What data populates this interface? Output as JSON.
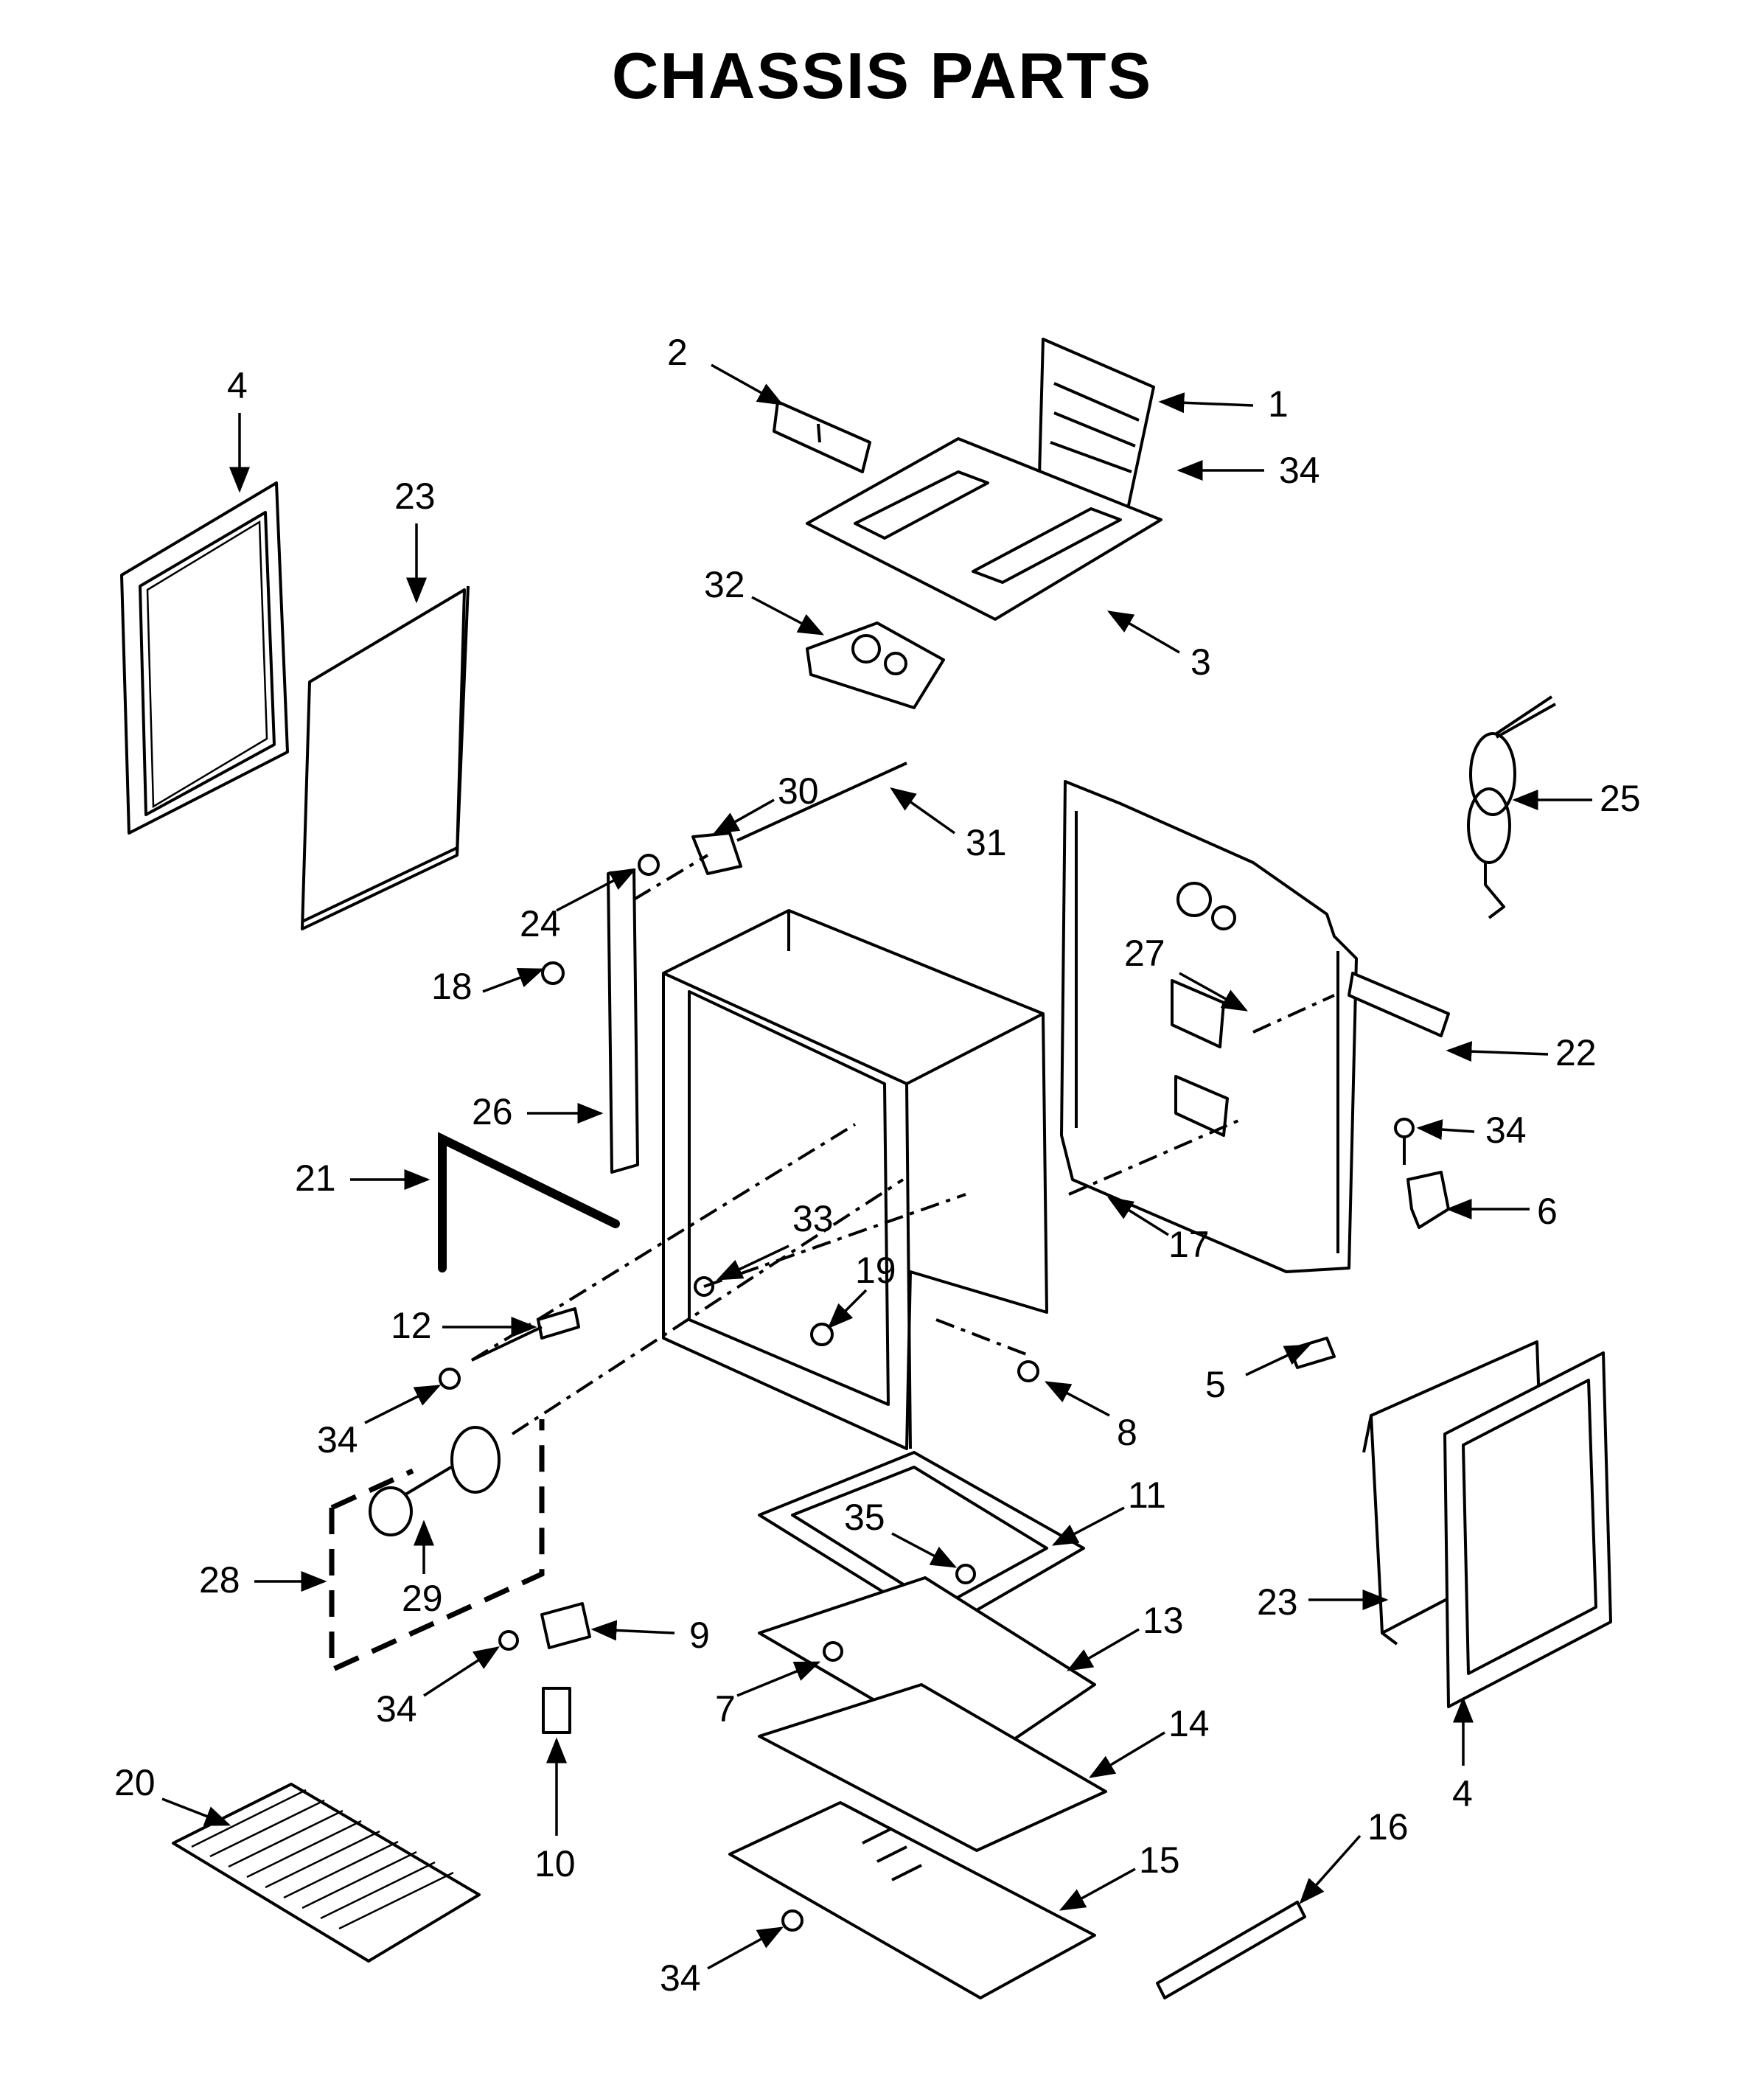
{
  "title": "CHASSIS PARTS",
  "callouts": [
    "1",
    "2",
    "3",
    "4",
    "4",
    "5",
    "6",
    "7",
    "8",
    "9",
    "10",
    "11",
    "12",
    "13",
    "14",
    "15",
    "16",
    "17",
    "18",
    "19",
    "20",
    "21",
    "22",
    "23",
    "23",
    "24",
    "25",
    "26",
    "27",
    "28",
    "29",
    "30",
    "31",
    "32",
    "33",
    "34",
    "34",
    "34",
    "34",
    "34",
    "35"
  ],
  "icons": [
    "arrow-head-icon"
  ]
}
